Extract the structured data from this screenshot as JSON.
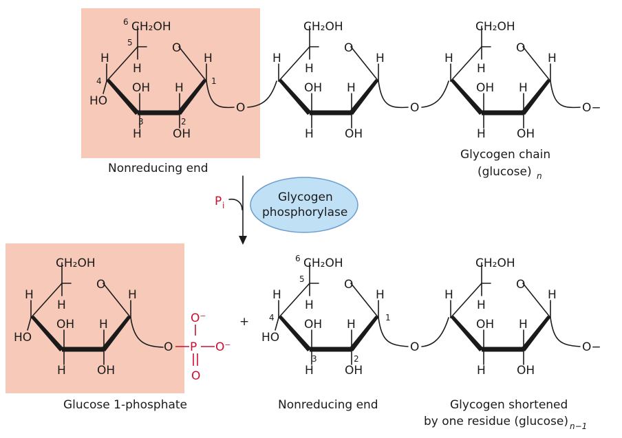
{
  "labels": {
    "top_left": "Nonreducing end",
    "top_right_1": "Glycogen chain",
    "top_right_2": "(glucose)",
    "top_right_sub": "n",
    "enzyme_1": "Glycogen",
    "enzyme_2": "phosphorylase",
    "pi": "P",
    "pi_sub": "i",
    "bottom_left": "Glucose 1-phosphate",
    "bottom_mid": "Nonreducing end",
    "bottom_right_1": "Glycogen shortened",
    "bottom_right_2": "by one residue (glucose)",
    "bottom_right_sub": "n−1",
    "plus": "+"
  },
  "atoms": {
    "ch2oh": "CH₂OH",
    "o": "O",
    "h": "H",
    "oh": "OH",
    "ho": "HO",
    "p": "P",
    "o_minus": "O⁻",
    "dash_o": "O−"
  },
  "numbers": {
    "c1": "1",
    "c2": "2",
    "c3": "3",
    "c4": "4",
    "c5": "5",
    "c6": "6"
  },
  "colors": {
    "highlight": "#f6c9b8",
    "enzyme_fill": "#bfe0f5",
    "enzyme_stroke": "#6a9ccc",
    "phosphate": "#c8102e"
  }
}
